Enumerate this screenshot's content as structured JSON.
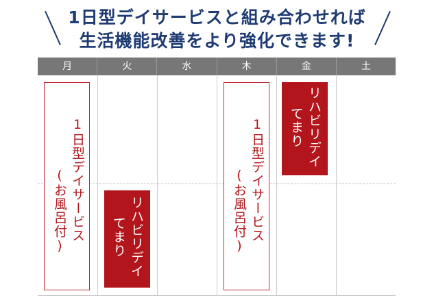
{
  "headline": {
    "line1": "1日型デイサービスと組み合わせれば",
    "line2": "生活機能改善をより強化できます!"
  },
  "schedule": {
    "days": [
      "月",
      "火",
      "水",
      "木",
      "金",
      "土"
    ],
    "entries": [
      {
        "day": "月",
        "style": "outline",
        "col1": "1日型デイサービス",
        "col2": "(お風呂付)"
      },
      {
        "day": "火",
        "style": "filled",
        "col1": "リハビリデイ",
        "col2": "てまり"
      },
      {
        "day": "木",
        "style": "outline",
        "col1": "1日型デイサービス",
        "col2": "(お風呂付)"
      },
      {
        "day": "金",
        "style": "filled",
        "col1": "リハビリデイ",
        "col2": "てまり"
      }
    ]
  },
  "colors": {
    "headline": "#1f3b73",
    "header_bg": "#777777",
    "accent_red": "#b2151b"
  }
}
